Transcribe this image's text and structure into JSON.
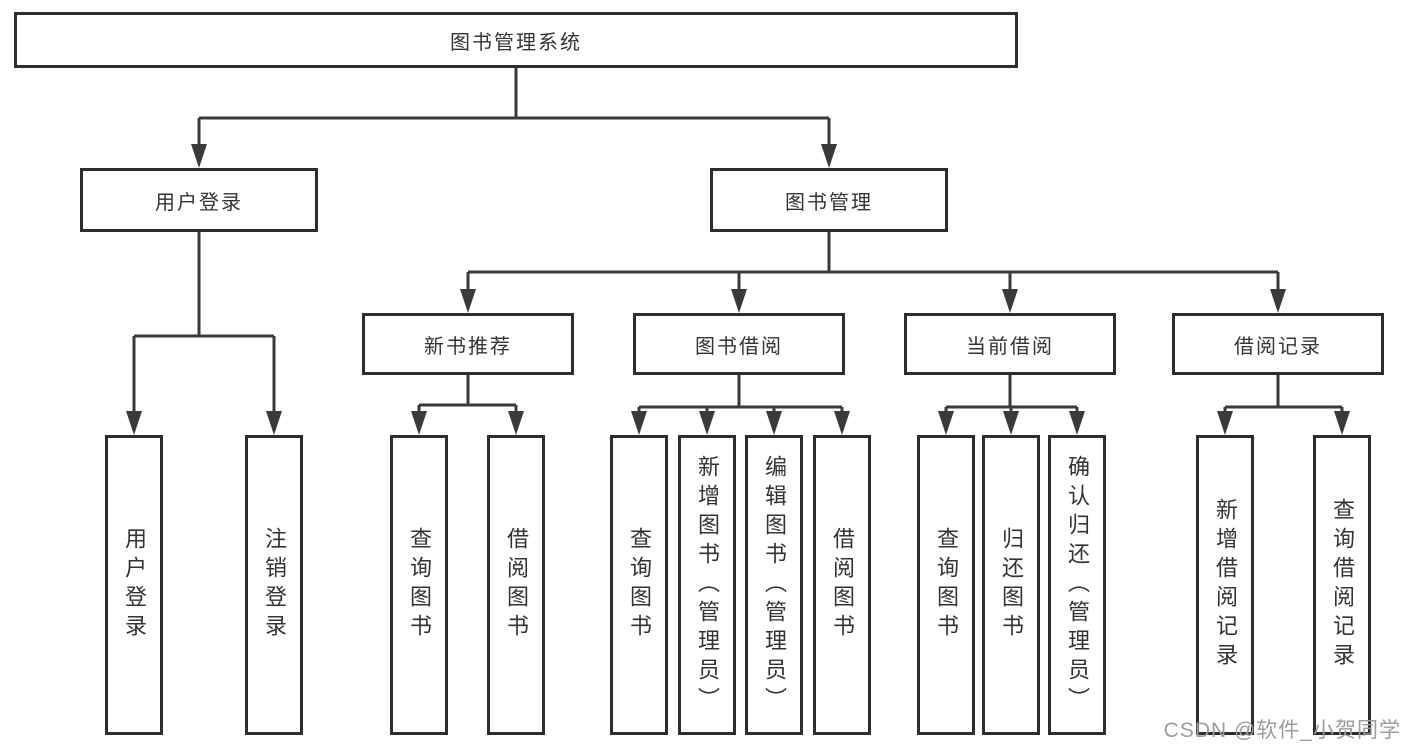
{
  "diagram": {
    "type": "hierarchy",
    "root": {
      "label": "图书管理系统"
    },
    "level2": [
      {
        "label": "用户登录",
        "children": [
          {
            "label": "用户登录"
          },
          {
            "label": "注销登录"
          }
        ]
      },
      {
        "label": "图书管理",
        "children": [
          {
            "label": "新书推荐",
            "children": [
              {
                "label": "查询图书"
              },
              {
                "label": "借阅图书"
              }
            ]
          },
          {
            "label": "图书借阅",
            "children": [
              {
                "label": "查询图书"
              },
              {
                "label": "新增图书（管理员）"
              },
              {
                "label": "编辑图书（管理员）"
              },
              {
                "label": "借阅图书"
              }
            ]
          },
          {
            "label": "当前借阅",
            "children": [
              {
                "label": "查询图书"
              },
              {
                "label": "归还图书"
              },
              {
                "label": "确认归还（管理员）"
              }
            ]
          },
          {
            "label": "借阅记录",
            "children": [
              {
                "label": "新增借阅记录"
              },
              {
                "label": "查询借阅记录"
              }
            ]
          }
        ]
      }
    ]
  },
  "watermark": {
    "text": "CSDN @软件_小贺同学",
    "color": "#9c9c9c"
  },
  "colors": {
    "background": "#ffffff",
    "box_border": "#2d2d2d",
    "connector": "#3a3a3a",
    "text": "#333333"
  }
}
